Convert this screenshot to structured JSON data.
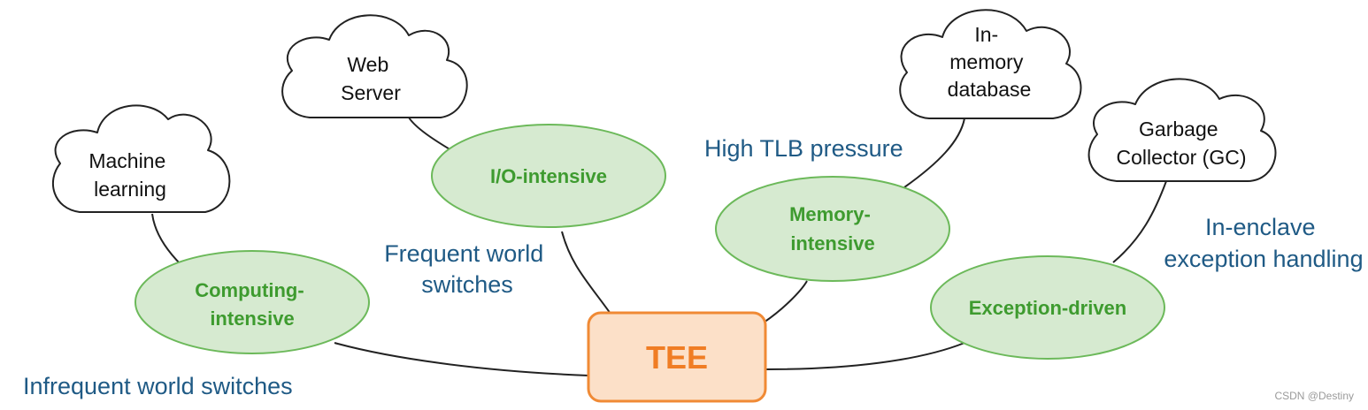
{
  "colors": {
    "category_fill": "#d6ead0",
    "category_stroke": "#6cb95a",
    "category_text": "#3e9b2f",
    "note_text": "#1f5a85",
    "tee_fill": "#fce0c8",
    "tee_stroke": "#f08a35",
    "tee_text": "#f07d24",
    "line": "#222222"
  },
  "center": {
    "label": "TEE"
  },
  "categories": {
    "computing": [
      "Computing-",
      "intensive"
    ],
    "io": [
      "I/O-intensive"
    ],
    "memory": [
      "Memory-",
      "intensive"
    ],
    "exception": [
      "Exception-driven"
    ]
  },
  "workloads": {
    "ml": [
      "Machine",
      "learning"
    ],
    "web": [
      "Web",
      "Server"
    ],
    "imdb": [
      "In-",
      "memory",
      "database"
    ],
    "gc": [
      "Garbage",
      "Collector (GC)"
    ]
  },
  "notes": {
    "infrequent": [
      "Infrequent world switches"
    ],
    "frequent": [
      "Frequent world",
      "switches"
    ],
    "tlb": [
      "High TLB pressure"
    ],
    "inenclave": [
      "In-enclave",
      "exception handling"
    ]
  },
  "watermark": "CSDN @Destiny"
}
